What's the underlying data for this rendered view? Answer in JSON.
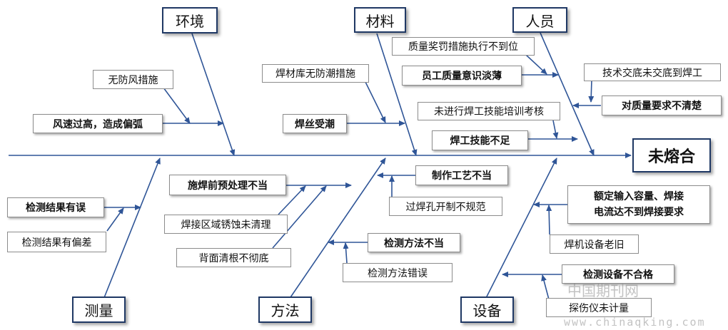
{
  "effect": "未熔合",
  "categories": {
    "environment": "环境",
    "material": "材料",
    "personnel": "人员",
    "measurement": "测量",
    "method": "方法",
    "equipment": "设备"
  },
  "causes": {
    "no_windproof": "无防风措施",
    "high_wind": "风速过高，造成偏弧",
    "warehouse_no_moisture": "焊材库无防潮措施",
    "wire_damp": "焊丝受潮",
    "reward_punish": "质量奖罚措施执行不到位",
    "staff_quality_awareness": "员工质量意识淡薄",
    "no_training": "未进行焊工技能培训考核",
    "welder_skill_low": "焊工技能不足",
    "tech_briefing": "技术交底未交底到焊工",
    "unclear_quality_req": "对质量要求不清楚",
    "result_error": "检测结果有误",
    "result_deviation": "检测结果有偏差",
    "preweld_improper": "施焊前预处理不当",
    "rust_not_cleaned": "焊接区域锈蚀未清理",
    "back_gouging": "背面清根不彻底",
    "process_improper": "制作工艺不当",
    "hole_irregular": "过焊孔开制不规范",
    "test_method_improper": "检测方法不当",
    "test_method_wrong": "检测方法错误",
    "input_capacity_line1": "额定输入容量、焊接",
    "input_capacity_line2": "电流达不到焊接要求",
    "equipment_aging": "焊机设备老旧",
    "test_equipment_unqualified": "检测设备不合格",
    "detector_uncalibrated": "探伤仪未计量"
  },
  "watermark": {
    "cn": "中国期刊网",
    "url": "www.chinaqking.com"
  },
  "colors": {
    "line": "#2f5597",
    "box_border": "#8c8c8c",
    "category_border": "#1f3864"
  }
}
